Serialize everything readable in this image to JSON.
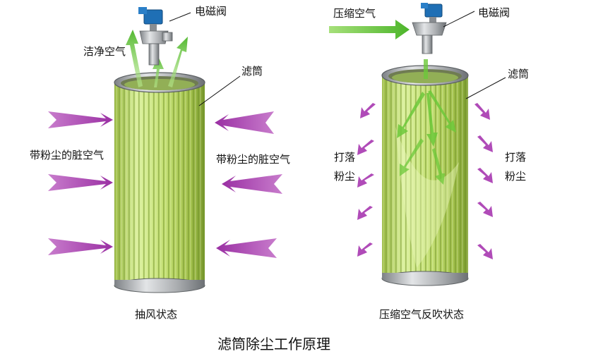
{
  "title": "滤筒除尘工作原理",
  "left_panel": {
    "valve_label": "电磁阀",
    "clean_air_label": "洁净空气",
    "filter_label": "滤筒",
    "dirty_air_left": "带粉尘的脏空气",
    "dirty_air_right": "带粉尘的脏空气",
    "caption": "抽风状态"
  },
  "right_panel": {
    "compressed_air_label": "压缩空气",
    "valve_label": "电磁阀",
    "filter_label": "滤筒",
    "dust_left_line1": "打落",
    "dust_left_line2": "粉尘",
    "dust_right_line1": "打落",
    "dust_right_line2": "粉尘",
    "caption": "压缩空气反吹状态"
  },
  "colors": {
    "filter_green": "#c6e27a",
    "filter_dark": "#6f8f2a",
    "air_arrow_green": "#6cc83a",
    "dust_arrow_purple": "#b04bb8",
    "valve_blue": "#1f6fb5",
    "metal_gray": "#a9acaf"
  }
}
